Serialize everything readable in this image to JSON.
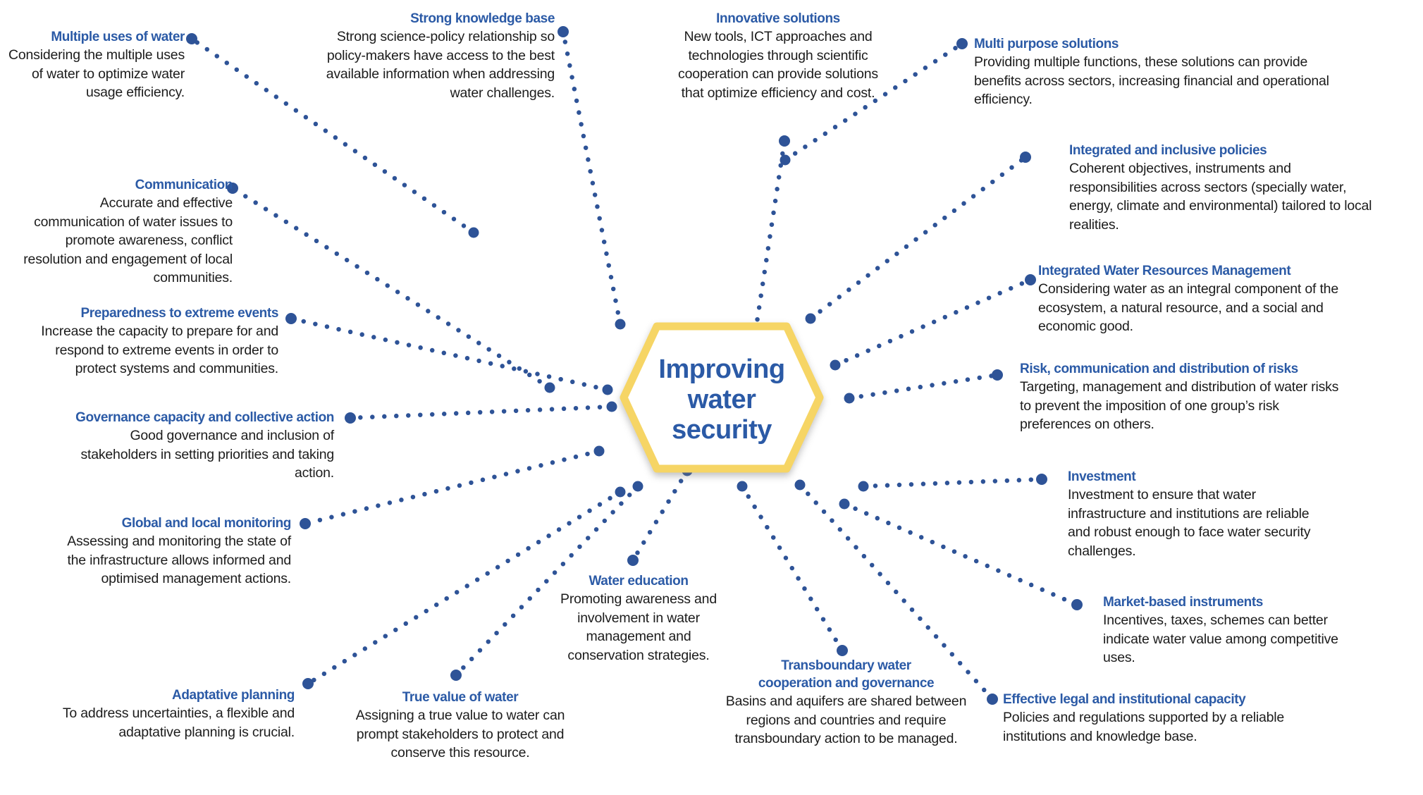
{
  "center": {
    "title_lines": [
      "Improving",
      "water",
      "security"
    ],
    "title_full": "Improving water security"
  },
  "colors": {
    "title_blue": "#2b5aa6",
    "dot_navy": "#2e5397",
    "hexagon_border_gold": "#f6d565",
    "body_text": "#1c1c1c",
    "background": "#ffffff"
  },
  "topics": [
    {
      "id": "multiple-uses",
      "title": "Multiple uses of water",
      "body": "Considering the multiple uses of water to optimize water usage efficiency."
    },
    {
      "id": "strong-knowledge-base",
      "title": "Strong knowledge base",
      "body": "Strong science-policy relationship so policy-makers have access to the best available information when addressing water challenges."
    },
    {
      "id": "innovative-solutions",
      "title": "Innovative solutions",
      "body": "New tools, ICT approaches and technologies through scientific cooperation can provide solutions that optimize efficiency and cost."
    },
    {
      "id": "multi-purpose-solutions",
      "title": "Multi purpose solutions",
      "body": "Providing multiple functions, these solutions can provide benefits across sectors, increasing financial and operational efficiency."
    },
    {
      "id": "integrated-inclusive-policies",
      "title": "Integrated and inclusive policies",
      "body": "Coherent objectives, instruments and responsibilities across sectors (specially water, energy, climate and environmental) tailored to local realities."
    },
    {
      "id": "integrated-water-resources-management",
      "title": "Integrated Water Resources Management",
      "body": "Considering water as an integral component of the ecosystem, a natural resource, and a social and economic good."
    },
    {
      "id": "risk-communication-distribution",
      "title": "Risk, communication and distribution of risks",
      "body": "Targeting, management  and distribution of water risks to prevent the imposition of one group’s risk preferences on others."
    },
    {
      "id": "investment",
      "title": "Investment",
      "body": "Investment to ensure that water infrastructure and institutions are reliable and robust enough to face water security challenges."
    },
    {
      "id": "market-based-instruments",
      "title": "Market-based instruments",
      "body": "Incentives, taxes, schemes can better indicate water value among competitive uses."
    },
    {
      "id": "effective-legal-institutional",
      "title": "Effective legal and institutional capacity",
      "body": "Policies and regulations supported by a reliable institutions and  knowledge base."
    },
    {
      "id": "communication",
      "title": "Communication",
      "body": "Accurate and effective communication of water issues to promote awareness, conflict resolution and  engagement of local communities."
    },
    {
      "id": "preparedness-extreme-events",
      "title": "Preparedness to extreme events",
      "body": "Increase the capacity to prepare for and respond to extreme events in order to protect systems and communities."
    },
    {
      "id": "governance-capacity",
      "title": "Governance capacity and collective action",
      "body": "Good governance and inclusion of stakeholders in setting priorities and taking action."
    },
    {
      "id": "global-local-monitoring",
      "title": "Global and local monitoring",
      "body": "Assessing and monitoring the state of the infrastructure allows informed and optimised management actions."
    },
    {
      "id": "adaptative-planning",
      "title": "Adaptative planning",
      "body": "To address uncertainties, a flexible and adaptative planning is crucial."
    },
    {
      "id": "true-value-of-water",
      "title": "True value of water",
      "body": "Assigning a true value to water can prompt stakeholders to protect and conserve this resource."
    },
    {
      "id": "water-education",
      "title": "Water education",
      "body": "Promoting awareness and  involvement in water management and conservation strategies."
    },
    {
      "id": "transboundary-cooperation",
      "title": "Transboundary water cooperation and governance",
      "body": "Basins and aquifers are shared between regions and countries and require transboundary action to be managed."
    }
  ]
}
